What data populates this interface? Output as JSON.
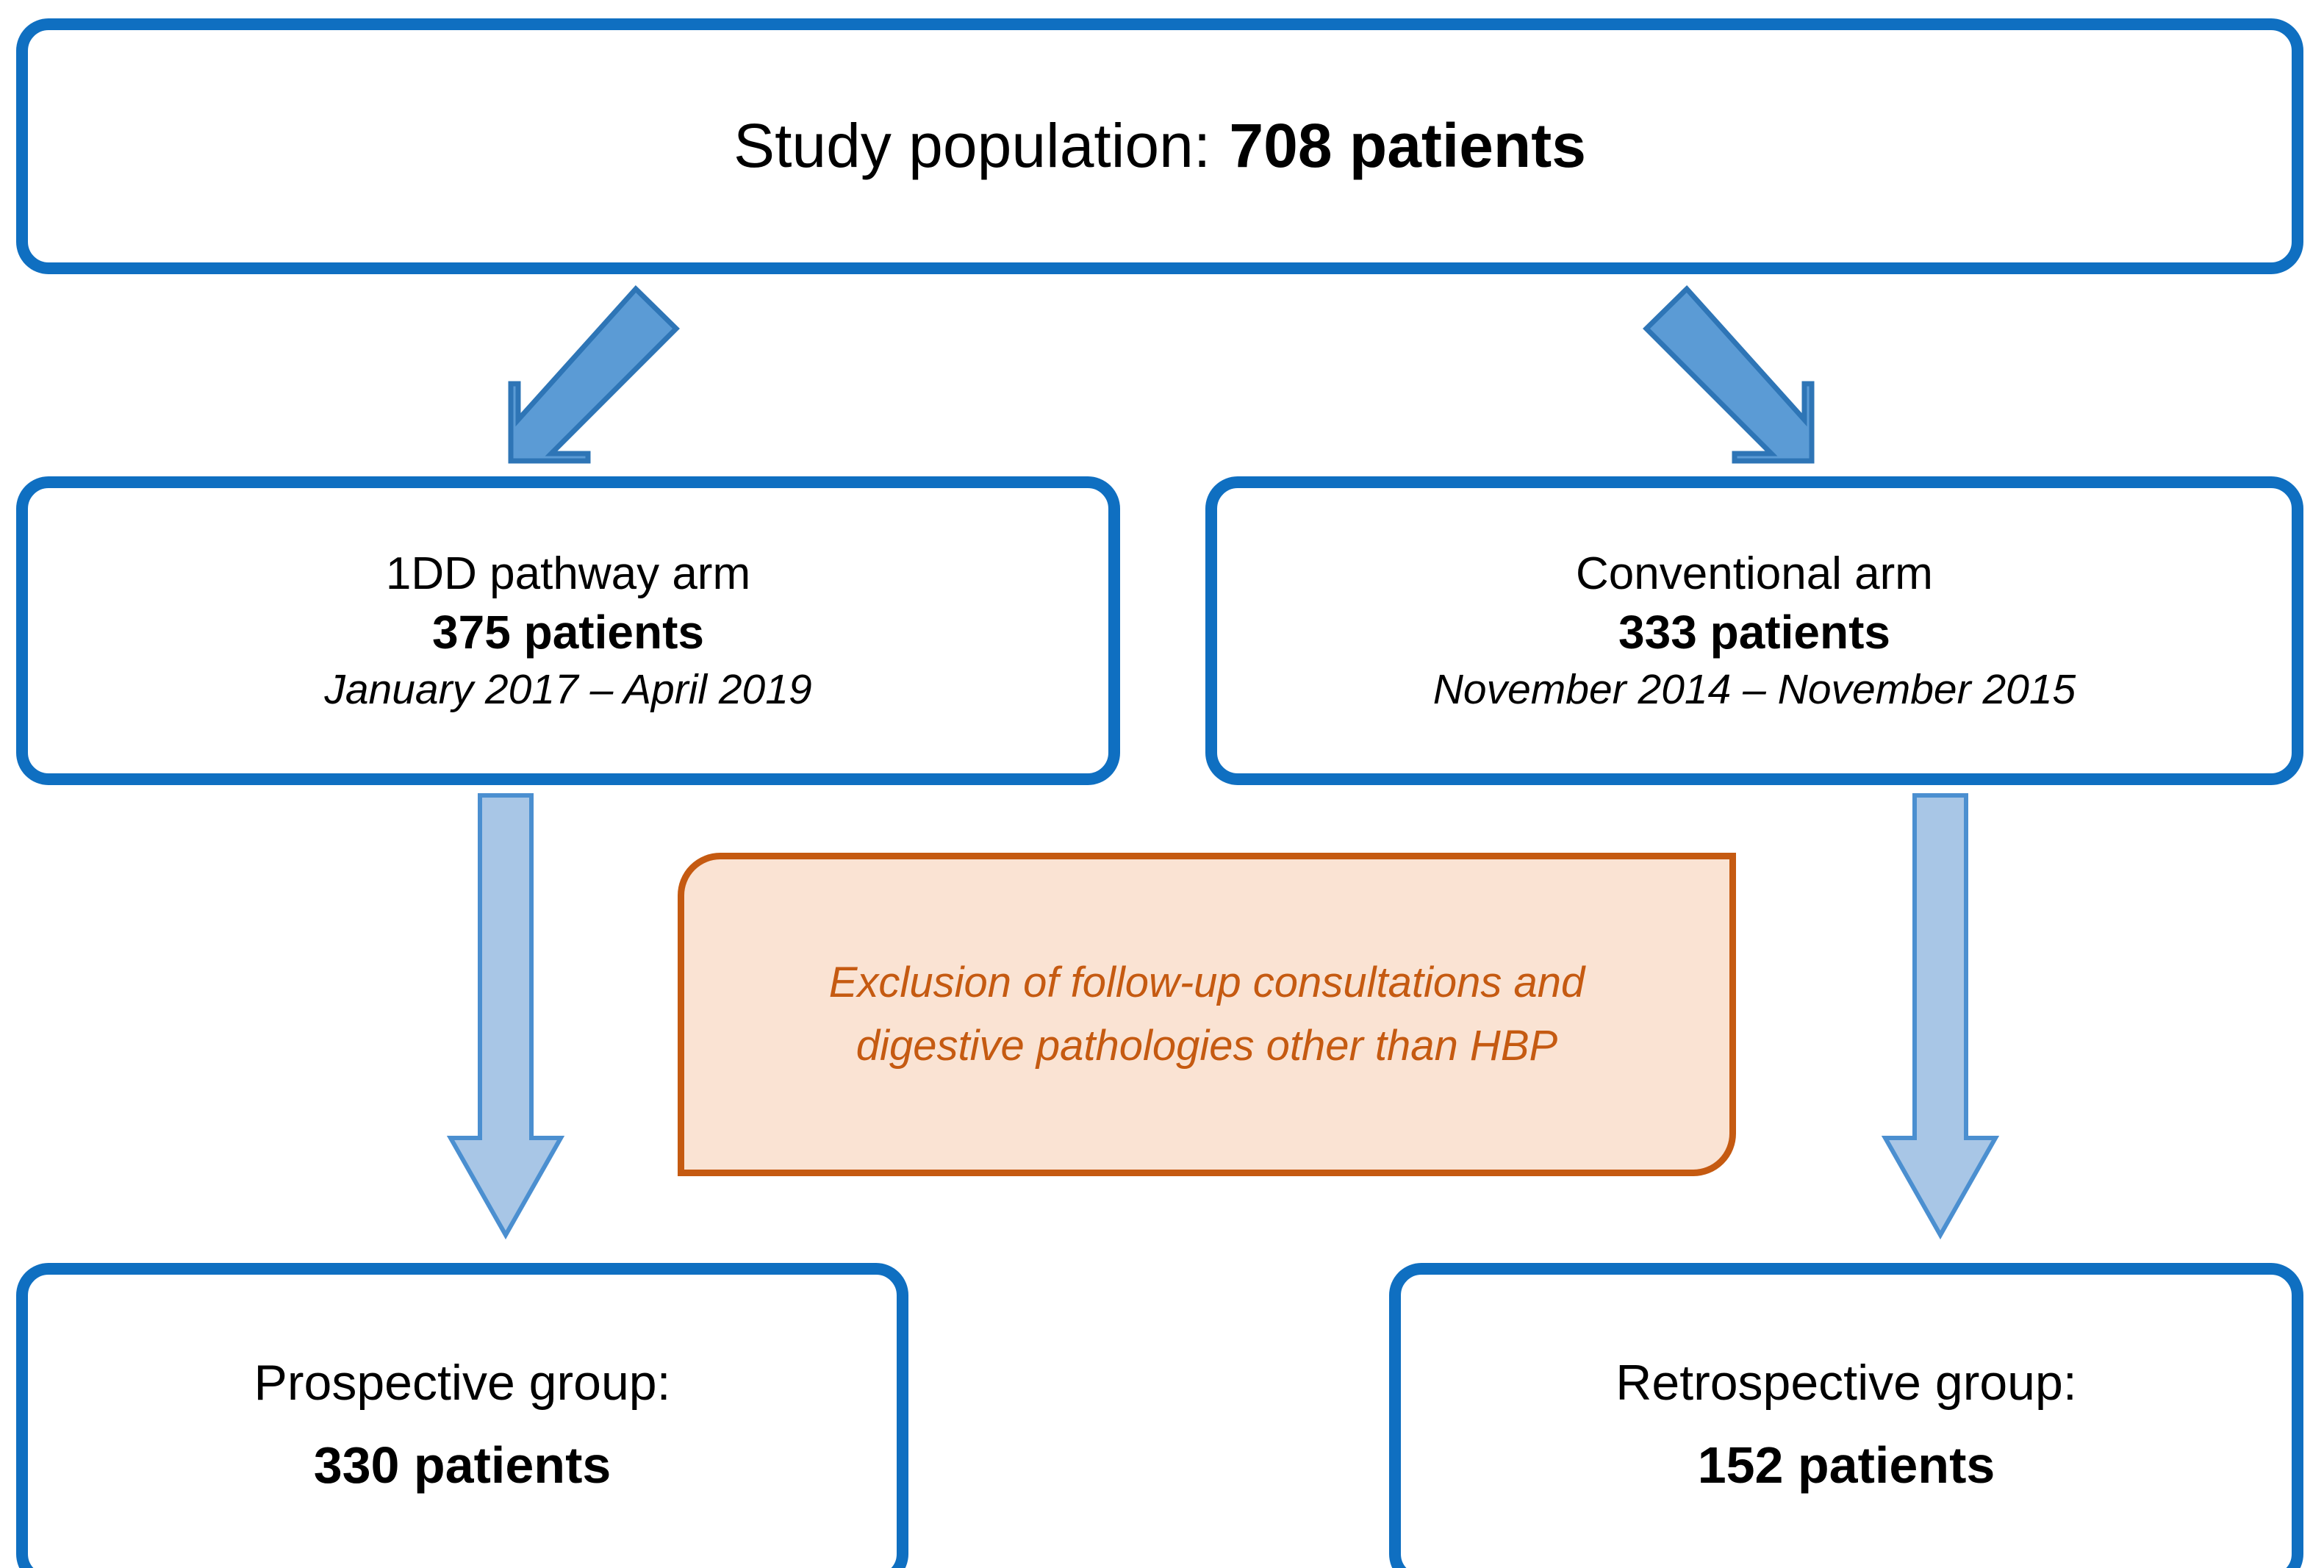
{
  "colors": {
    "box_border": "#0F6FC1",
    "box_fill": "#FFFFFF",
    "diagonal_arrow_fill": "#5B9BD5",
    "diagonal_arrow_stroke": "#2E75B6",
    "vertical_arrow_fill": "#A8C6E6",
    "vertical_arrow_stroke": "#4B8FD0",
    "callout_fill": "#FAE3D3",
    "callout_border": "#C55A11",
    "callout_text": "#C55A11",
    "text": "#000000"
  },
  "flowchart": {
    "type": "flow-diagram",
    "study_population": {
      "label": "Study population:",
      "count": "708 patients",
      "full_text": "Study population: 708 patients"
    },
    "arms": [
      {
        "id": "intervention",
        "name": "1DD pathway arm",
        "count": "375 patients",
        "period": "January 2017 – April 2019"
      },
      {
        "id": "conventional",
        "name": "Conventional arm",
        "count": "333 patients",
        "period": "November 2014 – November 2015"
      }
    ],
    "exclusion": {
      "line1": "Exclusion of follow-up consultations and",
      "line2": "digestive pathologies other than HBP"
    },
    "outcomes": [
      {
        "id": "prospective",
        "label": "Prospective group:",
        "count": "330 patients"
      },
      {
        "id": "retrospective",
        "label": "Retrospective group:",
        "count": "152 patients"
      }
    ]
  }
}
